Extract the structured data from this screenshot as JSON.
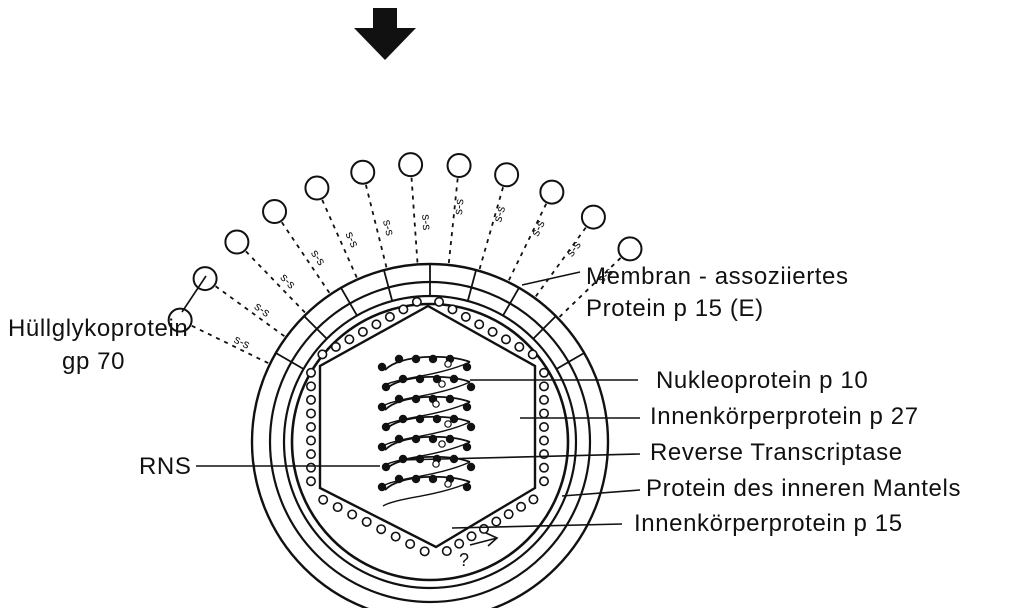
{
  "labels": {
    "envelope_glycoprotein": "Hüllglykoprotein",
    "envelope_glycoprotein_id": "gp 70",
    "membrane_protein": "Membran - assoziiertes",
    "membrane_protein_id": "Protein  p 15  (E)",
    "nucleoprotein": "Nukleoprotein  p 10",
    "core_protein_p27": "Innenkörperprotein  p 27",
    "reverse_transcriptase": "Reverse  Transcriptase",
    "inner_mantle_protein": "Protein  des  inneren  Mantels",
    "core_protein_p15": "Innenkörperprotein  p 15",
    "rna": "RNS",
    "disulfide_link": "s - s",
    "uncertain_mark": "?"
  },
  "colors": {
    "ink": "#111111",
    "background": "#ffffff"
  },
  "icons": {
    "top_arrow": "down-arrow-icon"
  }
}
